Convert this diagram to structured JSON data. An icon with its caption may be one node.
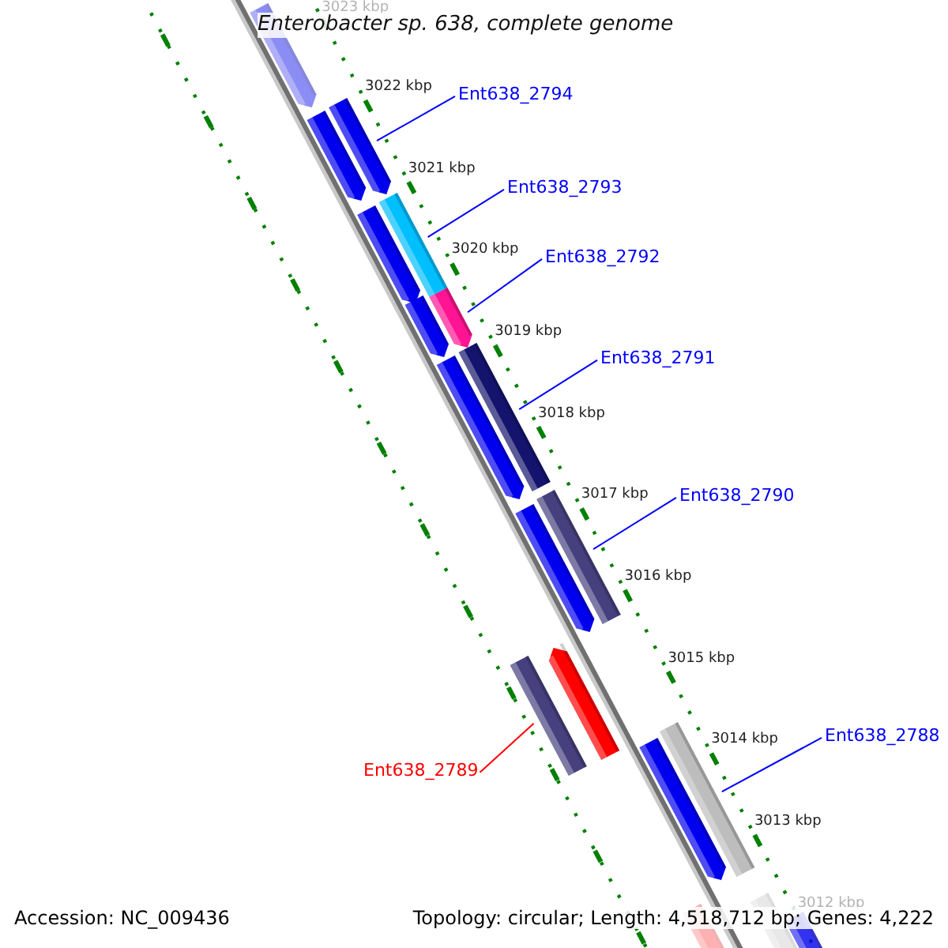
{
  "diagram": {
    "title": "Enterobacter sp. 638, complete genome",
    "nodes": [
      {
        "text": [
          "Ent638_2794"
        ]
      },
      {
        "text": [
          "Ent638_2793"
        ]
      },
      {
        "text": [
          "Ent638_2792"
        ]
      },
      {
        "text": [
          "Ent638_2791"
        ]
      },
      {
        "text": [
          "Ent638_2790"
        ]
      },
      {
        "text": [
          "Ent638_2788"
        ]
      },
      {
        "text": [
          "Ent638_2789"
        ]
      },
      {
        "text": [],
        "shape": "arrow"
      },
      {
        "text": [],
        "shape": "bar"
      },
      {
        "text": [],
        "shape": "arrow"
      },
      {
        "text": [],
        "shape": "bar"
      },
      {
        "text": [],
        "shape": "bar"
      },
      {
        "text": [],
        "shape": "bar"
      },
      {
        "text": [],
        "shape": "bar"
      }
    ],
    "edges": [
      {
        "from": 0,
        "to": 7,
        "arrow": "none"
      },
      {
        "from": 1,
        "to": 8,
        "arrow": "none"
      },
      {
        "from": 2,
        "to": 9,
        "arrow": "none"
      },
      {
        "from": 3,
        "to": 10,
        "arrow": "none"
      },
      {
        "from": 4,
        "to": 11,
        "arrow": "none"
      },
      {
        "from": 5,
        "to": 12,
        "arrow": "none"
      },
      {
        "from": 6,
        "to": 13,
        "arrow": "none",
        "color": "#ff0000"
      }
    ],
    "labels": [
      "3023 kbp",
      "3022 kbp",
      "3021 kbp",
      "3020 kbp",
      "3019 kbp",
      "3018 kbp",
      "3017 kbp",
      "3016 kbp",
      "3015 kbp",
      "3014 kbp",
      "3013 kbp",
      "3012 kbp",
      "Accession: NC_009436",
      "Topology: circular; Length: 4,518,712 bp; Genes: 4,222"
    ]
  }
}
